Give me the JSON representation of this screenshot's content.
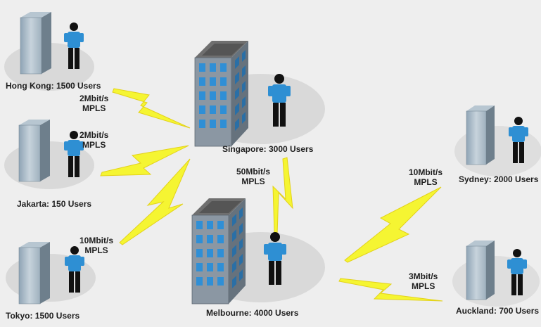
{
  "sites": {
    "hongkong": {
      "label": "Hong Kong: 1500 Users"
    },
    "jakarta": {
      "label": "Jakarta: 150 Users"
    },
    "tokyo": {
      "label": "Tokyo: 1500 Users"
    },
    "singapore": {
      "label": "Singapore: 3000 Users"
    },
    "melbourne": {
      "label": "Melbourne: 4000 Users"
    },
    "sydney": {
      "label": "Sydney: 2000 Users"
    },
    "auckland": {
      "label": "Auckland: 700 Users"
    }
  },
  "links": {
    "hongkong_singapore": {
      "speed": "2Mbit/s",
      "type": "MPLS"
    },
    "jakarta_singapore": {
      "speed": "2Mbit/s",
      "type": "MPLS"
    },
    "tokyo_singapore": {
      "speed": "10Mbit/s",
      "type": "MPLS"
    },
    "singapore_melbourne": {
      "speed": "50Mbit/s",
      "type": "MPLS"
    },
    "melbourne_sydney": {
      "speed": "10Mbit/s",
      "type": "MPLS"
    },
    "melbourne_auckland": {
      "speed": "3Mbit/s",
      "type": "MPLS"
    }
  },
  "colors": {
    "background": "#eeeeee",
    "ellipse": "#d9d9d9",
    "bolt": "#f5f532",
    "person_shirt": "#2e8fd3",
    "person_dark": "#111111",
    "building": "#7f8c99",
    "window": "#2f8fd6"
  }
}
